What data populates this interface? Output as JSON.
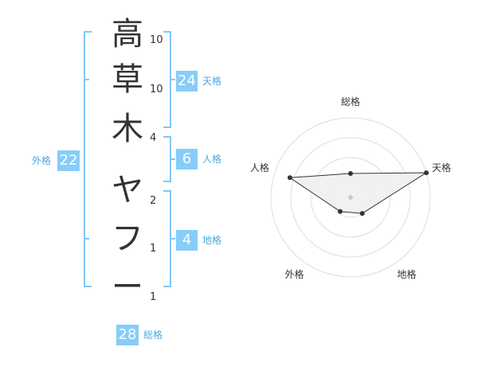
{
  "characters": [
    {
      "char": "高",
      "strokes": "10"
    },
    {
      "char": "草",
      "strokes": "10"
    },
    {
      "char": "木",
      "strokes": "4"
    },
    {
      "char": "ヤ",
      "strokes": "2"
    },
    {
      "char": "フ",
      "strokes": "1"
    },
    {
      "char": "ー",
      "strokes": "1"
    }
  ],
  "fortunes": {
    "tenkaku": {
      "value": "24",
      "label": "天格"
    },
    "jinkaku": {
      "value": "6",
      "label": "人格"
    },
    "chikaku": {
      "value": "4",
      "label": "地格"
    },
    "gaikaku": {
      "value": "22",
      "label": "外格"
    },
    "soukaku": {
      "value": "28",
      "label": "総格"
    }
  },
  "chart_data": {
    "type": "radar",
    "axes": [
      "総格",
      "天格",
      "地格",
      "外格",
      "人格"
    ],
    "values": [
      0.3,
      1.0,
      0.25,
      0.22,
      0.8
    ],
    "range": [
      0,
      1
    ],
    "rings": 4,
    "colors": {
      "ring": "#dddddd",
      "fill": "#f0f0f0",
      "line": "#333333",
      "center": "#cccccc"
    }
  },
  "colors": {
    "accent": "#86cdf9",
    "bracket": "#7ec8f7",
    "label": "#4aa8e0"
  }
}
